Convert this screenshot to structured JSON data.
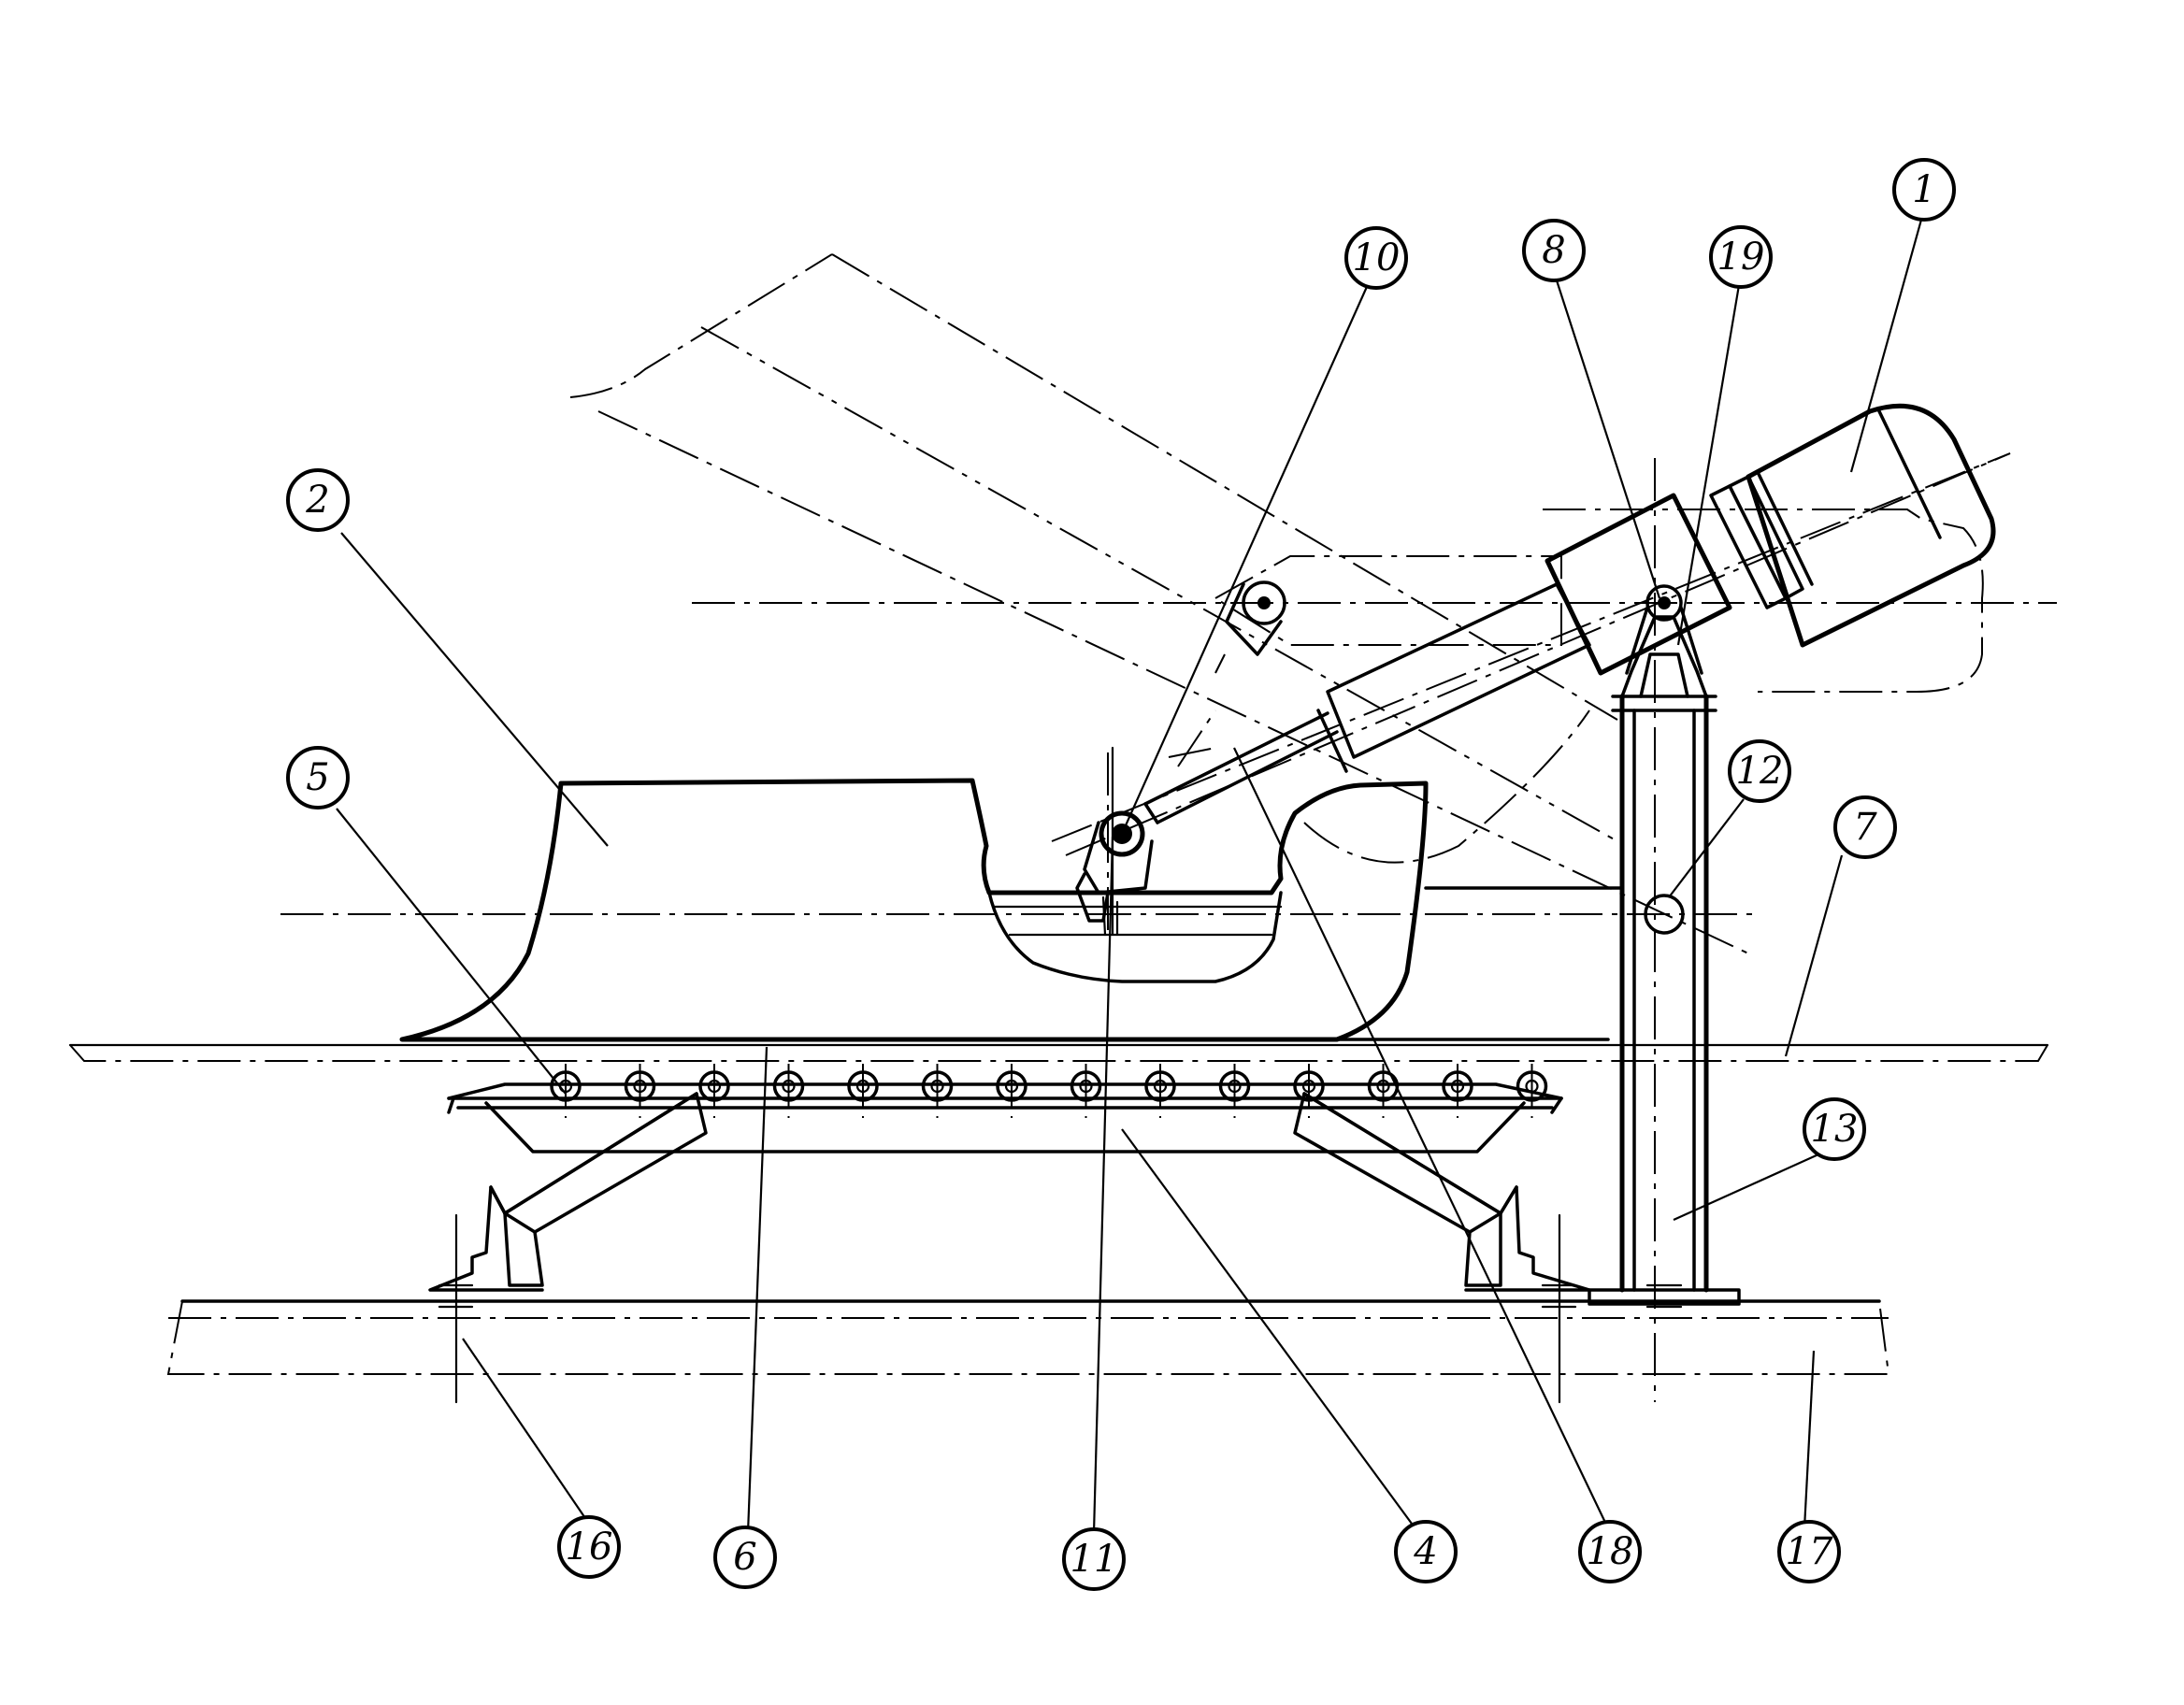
{
  "balloons": [
    {
      "id": "1",
      "label": "1"
    },
    {
      "id": "2",
      "label": "2"
    },
    {
      "id": "4",
      "label": "4"
    },
    {
      "id": "5",
      "label": "5"
    },
    {
      "id": "6",
      "label": "6"
    },
    {
      "id": "7",
      "label": "7"
    },
    {
      "id": "8",
      "label": "8"
    },
    {
      "id": "10",
      "label": "10"
    },
    {
      "id": "11",
      "label": "11"
    },
    {
      "id": "12",
      "label": "12"
    },
    {
      "id": "13",
      "label": "13"
    },
    {
      "id": "16",
      "label": "16"
    },
    {
      "id": "17",
      "label": "17"
    },
    {
      "id": "18",
      "label": "18"
    },
    {
      "id": "19",
      "label": "19"
    }
  ]
}
